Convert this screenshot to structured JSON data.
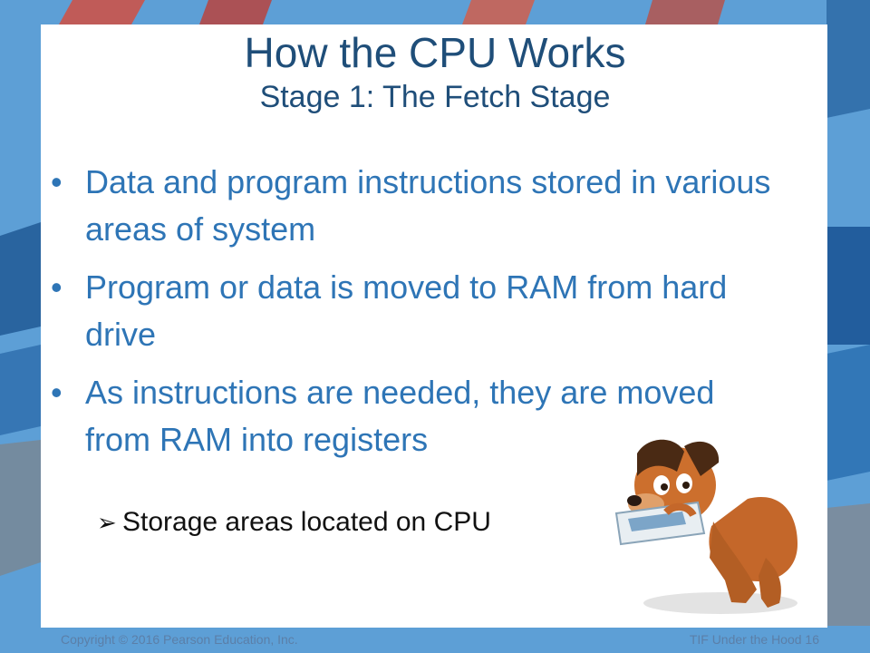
{
  "title": {
    "main": "How the CPU Works",
    "sub": "Stage 1: The Fetch Stage"
  },
  "bullets": [
    "Data and program instructions stored in various areas of system",
    "Program or data is moved to RAM from hard drive",
    "As instructions are needed, they are moved from RAM into registers"
  ],
  "sub_bullet": "Storage areas located on CPU",
  "footer": {
    "copyright": "Copyright © 2016 Pearson Education, Inc.",
    "slide_ref": "TIF Under the Hood 16"
  },
  "colors": {
    "title": "#1f4e79",
    "bullet_text": "#2e75b6",
    "footer_text": "#5b7fa8"
  },
  "icons": {
    "bullet": "bullet-dot-icon",
    "sub_bullet": "arrow-bullet-icon",
    "illustration": "dog-carrying-card"
  }
}
